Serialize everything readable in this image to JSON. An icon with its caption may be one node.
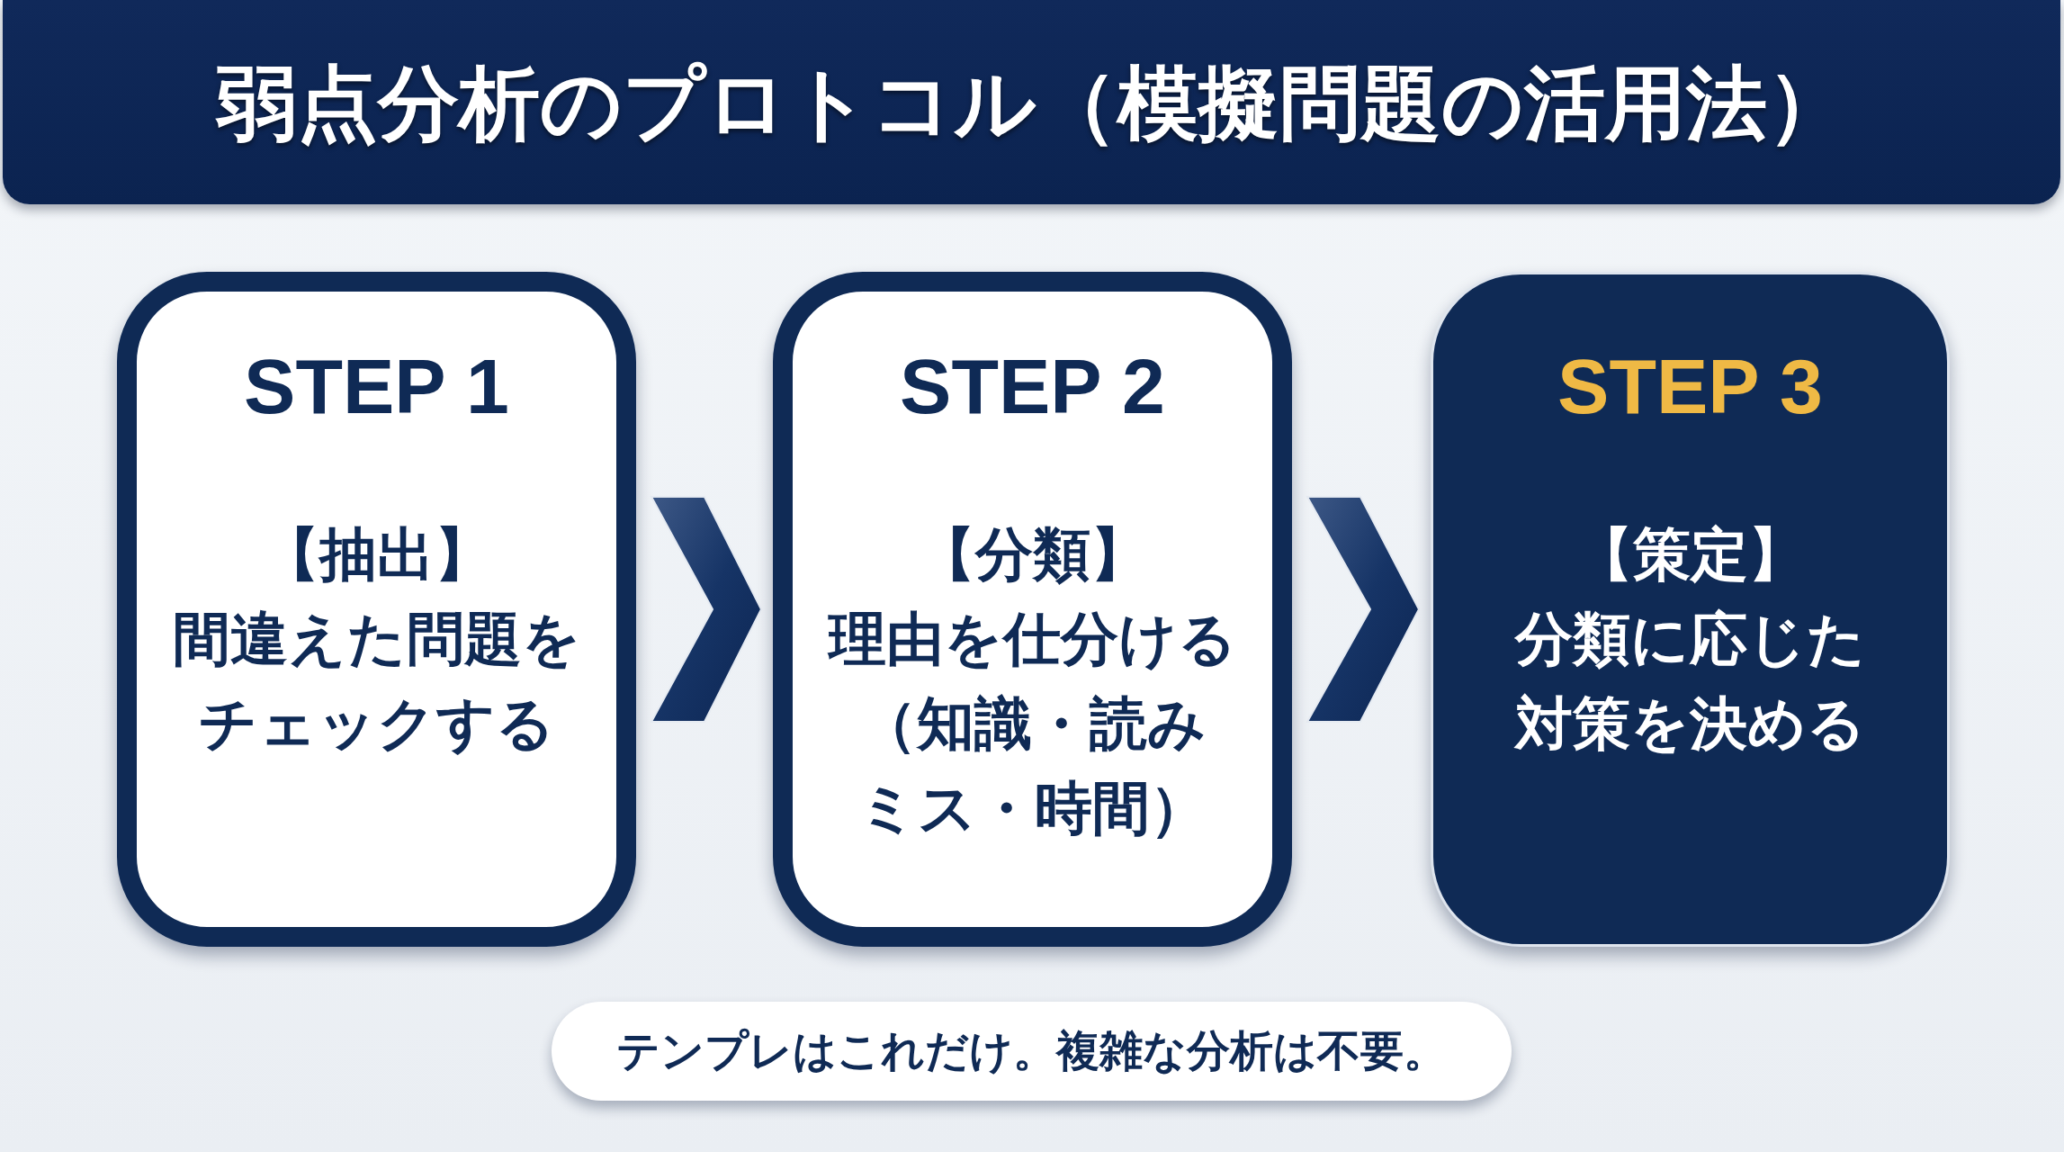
{
  "diagram": {
    "title": "弱点分析のプロトコル（模擬問題の活用法）",
    "nodes": [
      {
        "text": [
          "STEP 1",
          "【抽出】",
          "間違えた問題をチェックする"
        ]
      },
      {
        "text": [
          "STEP 2",
          "【分類】",
          "理由を仕分ける",
          "（知識・読みミス・時間）"
        ]
      },
      {
        "text": [
          "STEP 3",
          "【策定】",
          "分類に応じた対策を決める"
        ]
      },
      {
        "text": [
          "テンプレはこれだけ。複雑な分析は不要。"
        ]
      }
    ],
    "edges": [
      {
        "from": 0,
        "to": 1,
        "arrow": "to"
      },
      {
        "from": 1,
        "to": 2,
        "arrow": "to"
      }
    ]
  }
}
